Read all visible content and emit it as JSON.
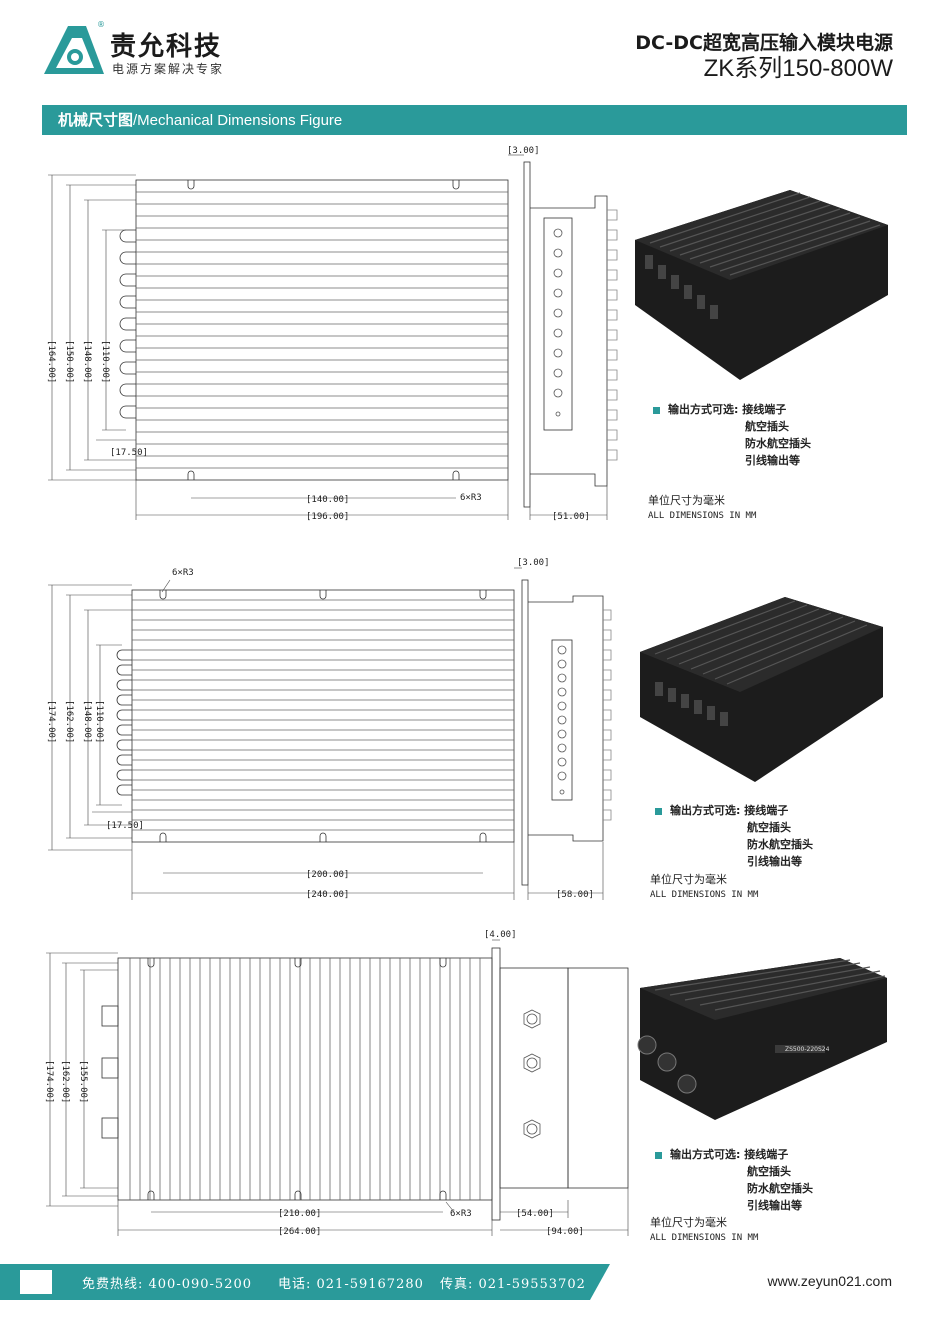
{
  "header": {
    "brand_name": "责允科技",
    "brand_slogan": "电源方案解决专家",
    "registered_mark": "®",
    "title_line1": "DC-DC超宽高压输入模块电源",
    "title_line2": "ZK系列150-800W"
  },
  "section": {
    "title_cn": "机械尺寸图",
    "title_en": "/Mechanical Dimensions Figure"
  },
  "figures": [
    {
      "dims": {
        "top_thick": "[3.00]",
        "h_outer": "[164.00]",
        "h2": "[150.00]",
        "h3": "[148.00]",
        "h4": "[110.00]",
        "small": "[17.50]",
        "w_inner": "[140.00]",
        "w_outer": "[196.00]",
        "radius": "6×R3",
        "depth": "[51.00]"
      },
      "options": {
        "label": "输出方式可选:",
        "items": [
          "接线端子",
          "航空插头",
          "防水航空插头",
          "引线输出等"
        ]
      },
      "unit_cn": "单位尺寸为毫米",
      "unit_en": "ALL DIMENSIONS IN MM"
    },
    {
      "dims": {
        "top_thick": "[3.00]",
        "h_outer": "[174.00]",
        "h2": "[162.00]",
        "h3": "[148.00]",
        "h4": "[110.00]",
        "small": "[17.50]",
        "w_inner": "[200.00]",
        "w_outer": "[240.00]",
        "radius": "6×R3",
        "depth": "[58.00]"
      },
      "options": {
        "label": "输出方式可选:",
        "items": [
          "接线端子",
          "航空插头",
          "防水航空插头",
          "引线输出等"
        ]
      },
      "unit_cn": "单位尺寸为毫米",
      "unit_en": "ALL DIMENSIONS IN MM"
    },
    {
      "dims": {
        "top_thick": "[4.00]",
        "h_outer": "[174.00]",
        "h2": "[162.00]",
        "h3": "[155.00]",
        "w_inner": "[210.00]",
        "w_outer": "[264.00]",
        "radius": "6×R3",
        "depth_inner": "[54.00]",
        "depth": "[94.00]"
      },
      "product_label": "ZS500-220S24",
      "options": {
        "label": "输出方式可选:",
        "items": [
          "接线端子",
          "航空插头",
          "防水航空插头",
          "引线输出等"
        ]
      },
      "unit_cn": "单位尺寸为毫米",
      "unit_en": "ALL DIMENSIONS IN MM"
    }
  ],
  "footer": {
    "hotline": "免费热线: 400-090-5200",
    "phone": "电话: 021-59167280",
    "fax": "传真: 021-59553702",
    "website": "www.zeyun021.com"
  },
  "colors": {
    "accent": "#2a9a9a",
    "heatsink": "#1c1c1c"
  }
}
